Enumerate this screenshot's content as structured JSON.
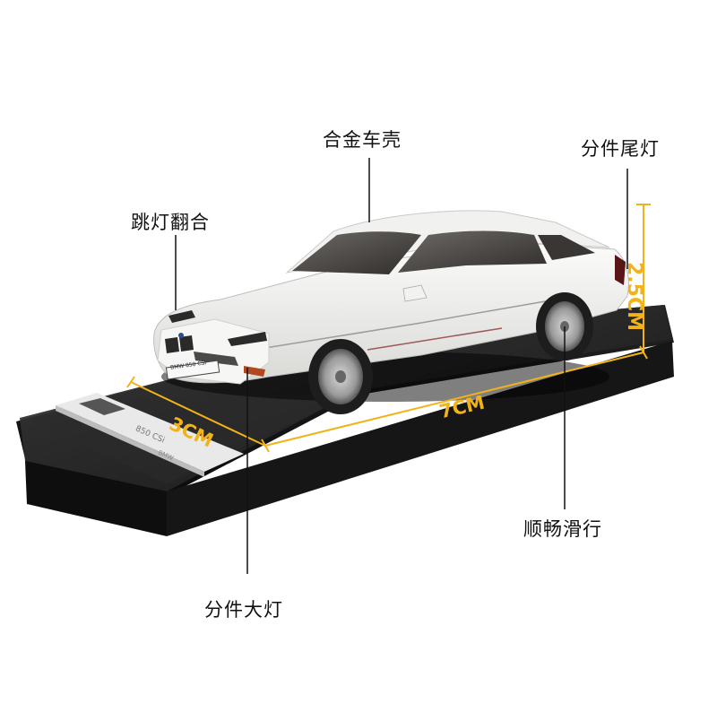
{
  "callouts": {
    "alloy_body": "合金车壳",
    "split_taillight": "分件尾灯",
    "popup_headlight": "跳灯翻合",
    "smooth_rolling": "顺畅滑行",
    "split_headlight": "分件大灯"
  },
  "dimensions": {
    "height": "2.5CM",
    "length": "7CM",
    "width": "3CM"
  },
  "plaque": {
    "model": "850 CSi",
    "line2": "BMW"
  },
  "license_plate": "BMW 850 CSI",
  "colors": {
    "dimension_accent": "#f2b21a",
    "car_body": "#f4f4f2",
    "base": "#1c1c1c"
  }
}
